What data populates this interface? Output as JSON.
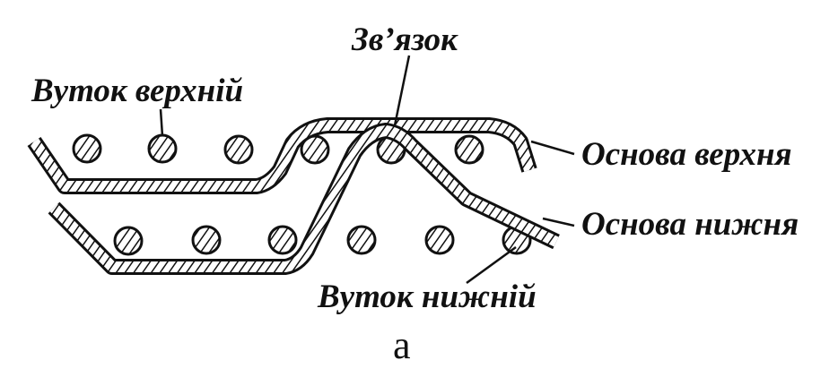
{
  "labels": {
    "binding": "Зв’язок",
    "upper_weft": "Вуток верхній",
    "upper_warp": "Основа верхня",
    "lower_warp": "Основа нижня",
    "lower_weft": "Вуток нижній"
  },
  "caption": "а",
  "colors": {
    "ink": "#111111",
    "paper": "#ffffff"
  }
}
